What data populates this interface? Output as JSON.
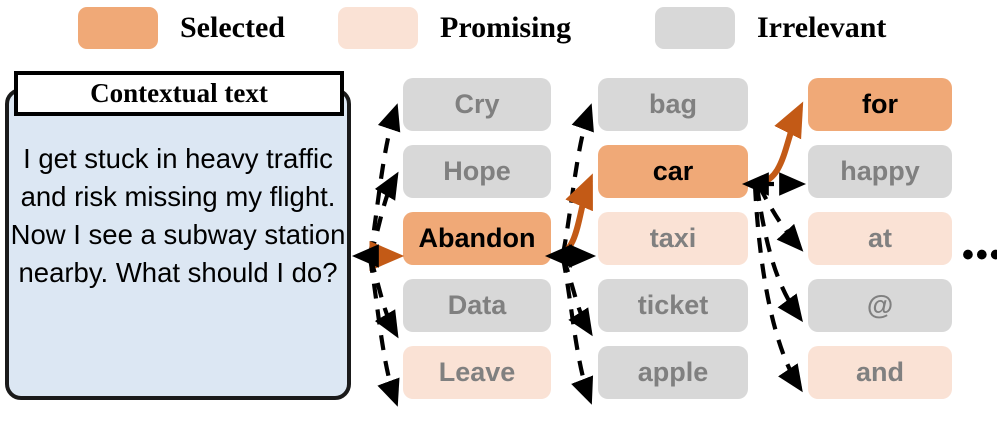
{
  "legend": {
    "items": [
      {
        "label": "Selected",
        "color": "#f0a977",
        "key": "selected"
      },
      {
        "label": "Promising",
        "color": "#fae2d5",
        "key": "promising"
      },
      {
        "label": "Irrelevant",
        "color": "#d8d8d8",
        "key": "irrelevant"
      }
    ]
  },
  "context": {
    "title": "Contextual text",
    "body": "I get stuck in heavy traffic and risk missing my flight. Now I see a subway station nearby. What should I do?",
    "background": "#dce7f3"
  },
  "tree": {
    "columns": [
      {
        "index": 1,
        "nodes": [
          {
            "label": "Cry",
            "state": "irrelevant"
          },
          {
            "label": "Hope",
            "state": "irrelevant"
          },
          {
            "label": "Abandon",
            "state": "selected"
          },
          {
            "label": "Data",
            "state": "irrelevant"
          },
          {
            "label": "Leave",
            "state": "promising"
          }
        ]
      },
      {
        "index": 2,
        "nodes": [
          {
            "label": "bag",
            "state": "irrelevant"
          },
          {
            "label": "car",
            "state": "selected"
          },
          {
            "label": "taxi",
            "state": "promising"
          },
          {
            "label": "ticket",
            "state": "irrelevant"
          },
          {
            "label": "apple",
            "state": "irrelevant"
          }
        ]
      },
      {
        "index": 3,
        "nodes": [
          {
            "label": "for",
            "state": "selected"
          },
          {
            "label": "happy",
            "state": "irrelevant"
          },
          {
            "label": "at",
            "state": "promising"
          },
          {
            "label": "@",
            "state": "irrelevant"
          },
          {
            "label": "and",
            "state": "promising"
          }
        ]
      }
    ],
    "continuation": "•••"
  },
  "colors": {
    "selected": "#f0a977",
    "promising": "#fae2d5",
    "irrelevant": "#d8d8d8",
    "selected_edge": "#c35a16",
    "candidate_edge": "#000000",
    "node_text_muted": "#808080",
    "node_text_selected": "#000000"
  }
}
